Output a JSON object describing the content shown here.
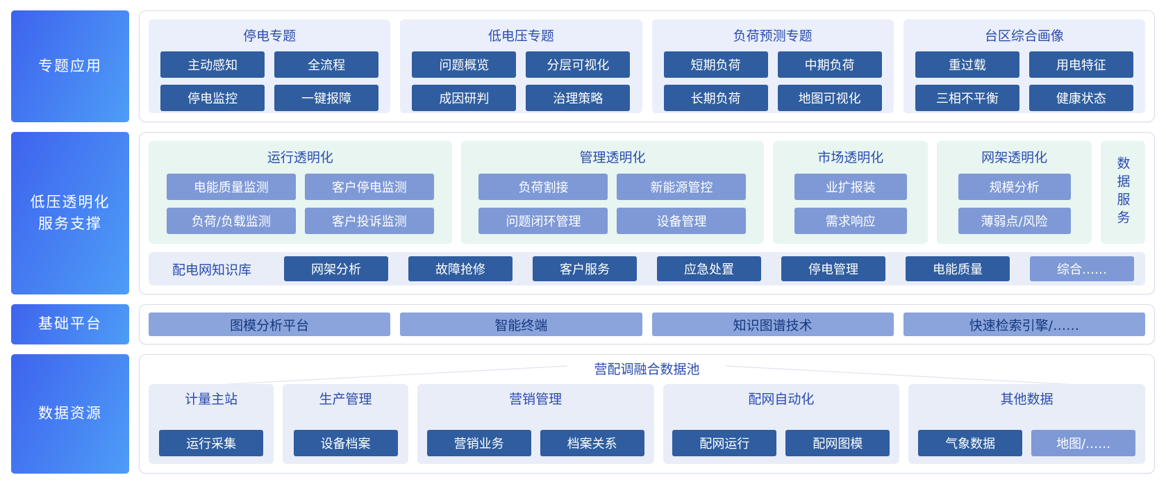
{
  "sidebar": {
    "rows": [
      {
        "label": "专题应用"
      },
      {
        "lines": [
          "低压透明化",
          "服务支撑"
        ]
      },
      {
        "label": "基础平台"
      },
      {
        "label": "数据资源"
      }
    ]
  },
  "topics": {
    "panels": [
      {
        "title": "停电专题",
        "items": [
          "主动感知",
          "全流程",
          "停电监控",
          "一键报障"
        ]
      },
      {
        "title": "低电压专题",
        "items": [
          "问题概览",
          "分层可视化",
          "成因研判",
          "治理策略"
        ]
      },
      {
        "title": "负荷预测专题",
        "items": [
          "短期负荷",
          "中期负荷",
          "长期负荷",
          "地图可视化"
        ]
      },
      {
        "title": "台区综合画像",
        "items": [
          "重过载",
          "用电特征",
          "三相不平衡",
          "健康状态"
        ]
      }
    ]
  },
  "transparency": {
    "panels": [
      {
        "title": "运行透明化",
        "items": [
          "电能质量监测",
          "客户停电监测",
          "负荷/负载监测",
          "客户投诉监测"
        ]
      },
      {
        "title": "管理透明化",
        "items": [
          "负荷割接",
          "新能源管控",
          "问题闭环管理",
          "设备管理"
        ]
      },
      {
        "title": "市场透明化",
        "items": [
          "业扩报装",
          "需求响应"
        ]
      },
      {
        "title": "网架透明化",
        "items": [
          "规模分析",
          "薄弱点/风险"
        ]
      }
    ],
    "data_service_label": "数据服务",
    "knowledge": {
      "label": "配电网知识库",
      "items": [
        "网架分析",
        "故障抢修",
        "客户服务",
        "应急处置",
        "停电管理",
        "电能质量",
        "综合……"
      ]
    }
  },
  "platform": {
    "items": [
      "图模分析平台",
      "智能终端",
      "知识图谱技术",
      "快速检索引擎/……"
    ]
  },
  "data_resources": {
    "pool_title": "营配调融合数据池",
    "panels": [
      {
        "title": "计量主站",
        "items": [
          "运行采集"
        ]
      },
      {
        "title": "生产管理",
        "items": [
          "设备档案"
        ]
      },
      {
        "title": "营销管理",
        "items": [
          "营销业务",
          "档案关系"
        ]
      },
      {
        "title": "配网自动化",
        "items": [
          "配网运行",
          "配网图模"
        ]
      },
      {
        "title": "其他数据",
        "items": [
          "气象数据",
          "地图/……"
        ]
      }
    ]
  },
  "colors": {
    "sidebar_gradient_start": "#3e63ee",
    "sidebar_gradient_end": "#4e9df7",
    "dark_chip": "#2f5d9f",
    "medium_chip": "#7e99d6",
    "platform_chip_bg": "#8ba4dc",
    "platform_chip_text": "#16387d",
    "panel_lavender": "#ebeffb",
    "panel_lavender_alt": "#e9edf8",
    "panel_mint": "#e8f5f1",
    "title_text": "#2a4cae",
    "container_border": "#d8dce6"
  }
}
